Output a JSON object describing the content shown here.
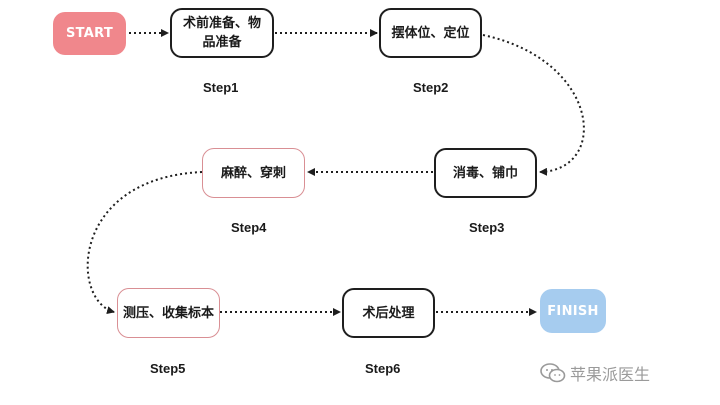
{
  "flow": {
    "start": "START",
    "finish": "FINISH",
    "steps": [
      {
        "label": "Step1",
        "text": "术前准备、物品准备"
      },
      {
        "label": "Step2",
        "text": "摆体位、定位"
      },
      {
        "label": "Step3",
        "text": "消毒、铺巾"
      },
      {
        "label": "Step4",
        "text": "麻醉、穿刺"
      },
      {
        "label": "Step5",
        "text": "测压、收集标本"
      },
      {
        "label": "Step6",
        "text": "术后处理"
      }
    ]
  },
  "watermark": {
    "text": "苹果派医生",
    "icon": "wechat-icon"
  },
  "colors": {
    "start": "#f0878c",
    "finish": "#a6ccef",
    "pink_border": "#d98f94",
    "line": "#1e1e1e"
  }
}
